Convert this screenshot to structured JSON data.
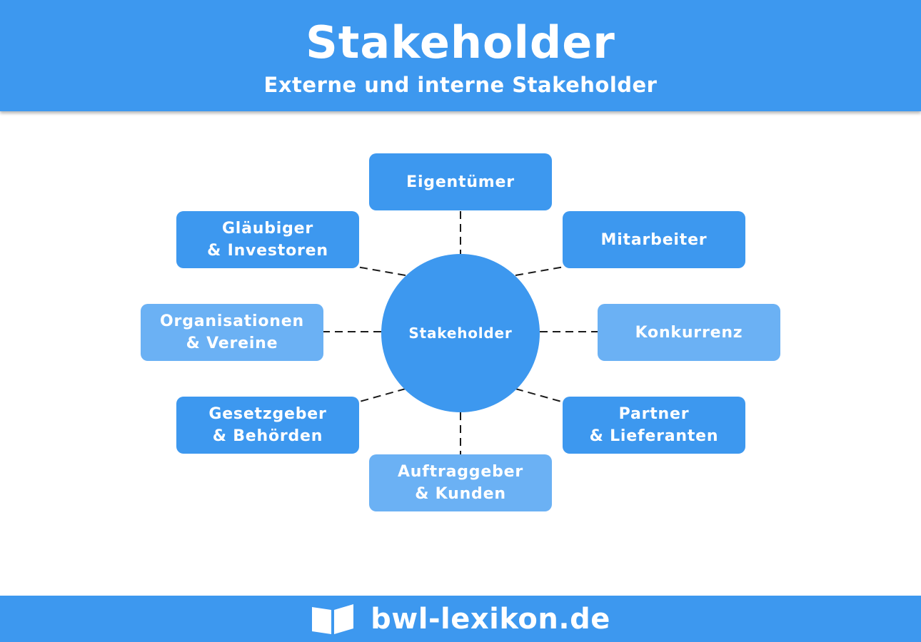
{
  "header": {
    "title": "Stakeholder",
    "subtitle": "Externe und interne Stakeholder"
  },
  "diagram": {
    "center": "Stakeholder",
    "nodes": {
      "eigentuemer": [
        "Eigentümer"
      ],
      "mitarbeiter": [
        "Mitarbeiter"
      ],
      "konkurrenz": [
        "Konkurrenz"
      ],
      "partner": [
        "Partner",
        "& Lieferanten"
      ],
      "auftraggeber": [
        "Auftraggeber",
        "& Kunden"
      ],
      "gesetzgeber": [
        "Gesetzgeber",
        "& Behörden"
      ],
      "organisationen": [
        "Organisationen",
        "& Vereine"
      ],
      "glaeubiger": [
        "Gläubiger",
        "& Investoren"
      ]
    }
  },
  "footer": {
    "brand": "bwl-lexikon.de"
  },
  "colors": {
    "primary": "#3d98ef",
    "light": "#6bb1f4",
    "connector": "#1a1a1a"
  },
  "icons": {
    "logo": "open-book-icon"
  }
}
